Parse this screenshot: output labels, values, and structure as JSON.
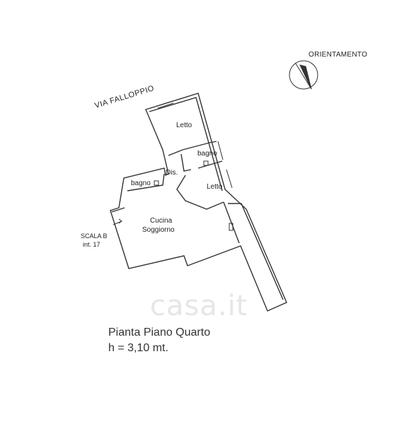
{
  "street_label": "VIA FALLOPPIO",
  "orientation_label": "ORIENTAMENTO",
  "rooms": {
    "letto_top": "Letto",
    "bagno_right": "bagno",
    "dis": "Dis.",
    "bagno_left": "bagno",
    "letto_right": "Letto",
    "cucina": "Cucina",
    "soggiorno": "Soggiorno"
  },
  "entrance": {
    "scala": "SCALA B",
    "interno": "int. 17"
  },
  "watermark": "casa.it",
  "footer": {
    "title": "Pianta Piano Quarto",
    "height": "h = 3,10 mt."
  }
}
